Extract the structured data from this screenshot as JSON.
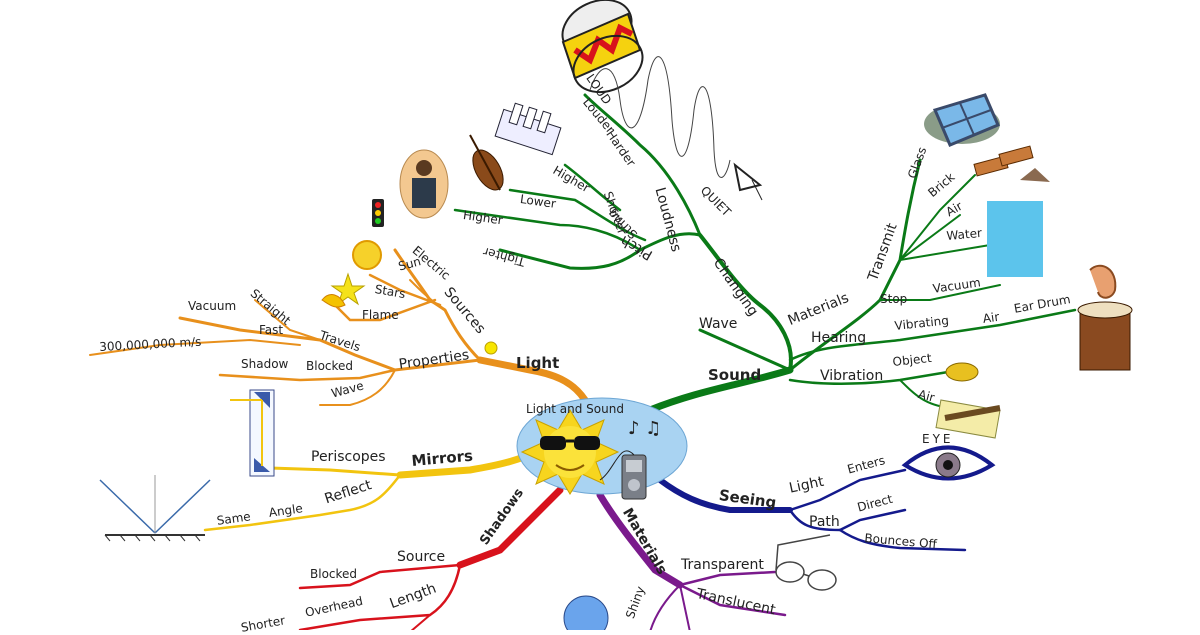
{
  "center": {
    "title": "Light and Sound",
    "note_glyphs": "♪ ♫"
  },
  "colors": {
    "sound": "#0a7a17",
    "light": "#e8901c",
    "mirrors": "#f2c40f",
    "shadows": "#d8121c",
    "materials": "#7a1a8c",
    "seeing": "#141a8c",
    "center_ellipse": "#a9d3f2"
  },
  "branches": {
    "sound": {
      "label": "Sound",
      "wave": "Wave",
      "changing": "Changing",
      "pitch": "Pitch",
      "loudness": "Loudness",
      "loud": "LOUD",
      "louder": "Louder",
      "harder": "Harder",
      "quiet": "QUIET",
      "shorter": "Shorter",
      "higher_1": "Higher",
      "lower": "Lower",
      "string": "String",
      "higher_2": "Higher",
      "tighter": "Tighter",
      "materials": "Materials",
      "transmit": "Transmit",
      "glass": "Glass",
      "brick": "Brick",
      "air_1": "Air",
      "water": "Water",
      "stop": "Stop",
      "vacuum": "Vacuum",
      "hearing": "Hearing",
      "vibrating": "Vibrating",
      "air_2": "Air",
      "ear_drum": "Ear Drum",
      "vibration": "Vibration",
      "object": "Object",
      "air_3": "Air"
    },
    "light": {
      "label": "Light",
      "sources": "Sources",
      "electric": "Electric",
      "sun": "Sun",
      "stars": "Stars",
      "flame": "Flame",
      "properties": "Properties",
      "travels": "Travels",
      "straight": "Straight",
      "vacuum": "Vacuum",
      "fast": "Fast",
      "speed": "300,000,000 m/s",
      "blocked": "Blocked",
      "shadow": "Shadow",
      "wave": "Wave"
    },
    "mirrors": {
      "label": "Mirrors",
      "periscopes": "Periscopes",
      "reflect": "Reflect",
      "angle": "Angle",
      "same": "Same"
    },
    "shadows": {
      "label": "Shadows",
      "source": "Source",
      "blocked": "Blocked",
      "length": "Length",
      "overhead": "Overhead",
      "shorter": "Shorter"
    },
    "materials": {
      "label": "Materials",
      "transparent": "Transparent",
      "translucent": "Translucent",
      "shiny": "Shiny"
    },
    "seeing": {
      "label": "Seeing",
      "light": "Light",
      "enters": "Enters",
      "eye": "EYE",
      "path": "Path",
      "direct": "Direct",
      "bounces_off": "Bounces Off"
    }
  }
}
